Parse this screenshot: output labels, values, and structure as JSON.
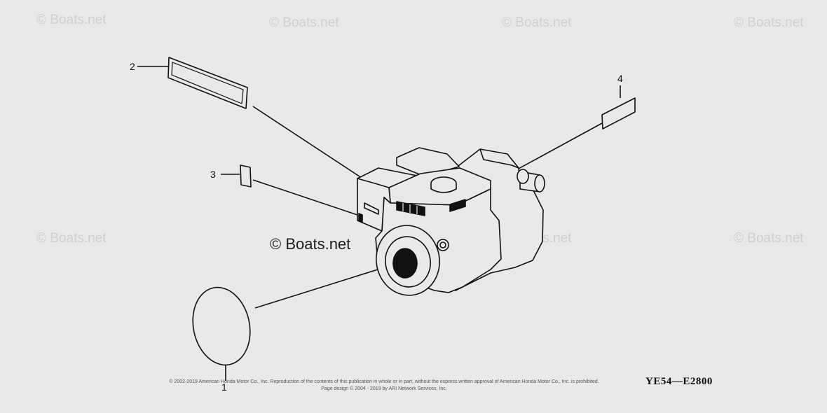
{
  "watermark": "© Boats.net",
  "callouts": {
    "part1": "1",
    "part2": "2",
    "part3": "3",
    "part4": "4"
  },
  "diagram_code": "YE54—E2800",
  "copyright": {
    "line1": "© 2002-2019 American Honda Motor Co., Inc. Reproduction of the contents of this publication in whole or in part, without the express written approval of American Honda Motor Co., Inc. is prohibited.",
    "line2": "Page design © 2004 - 2019 by ARI Network Services, Inc."
  }
}
